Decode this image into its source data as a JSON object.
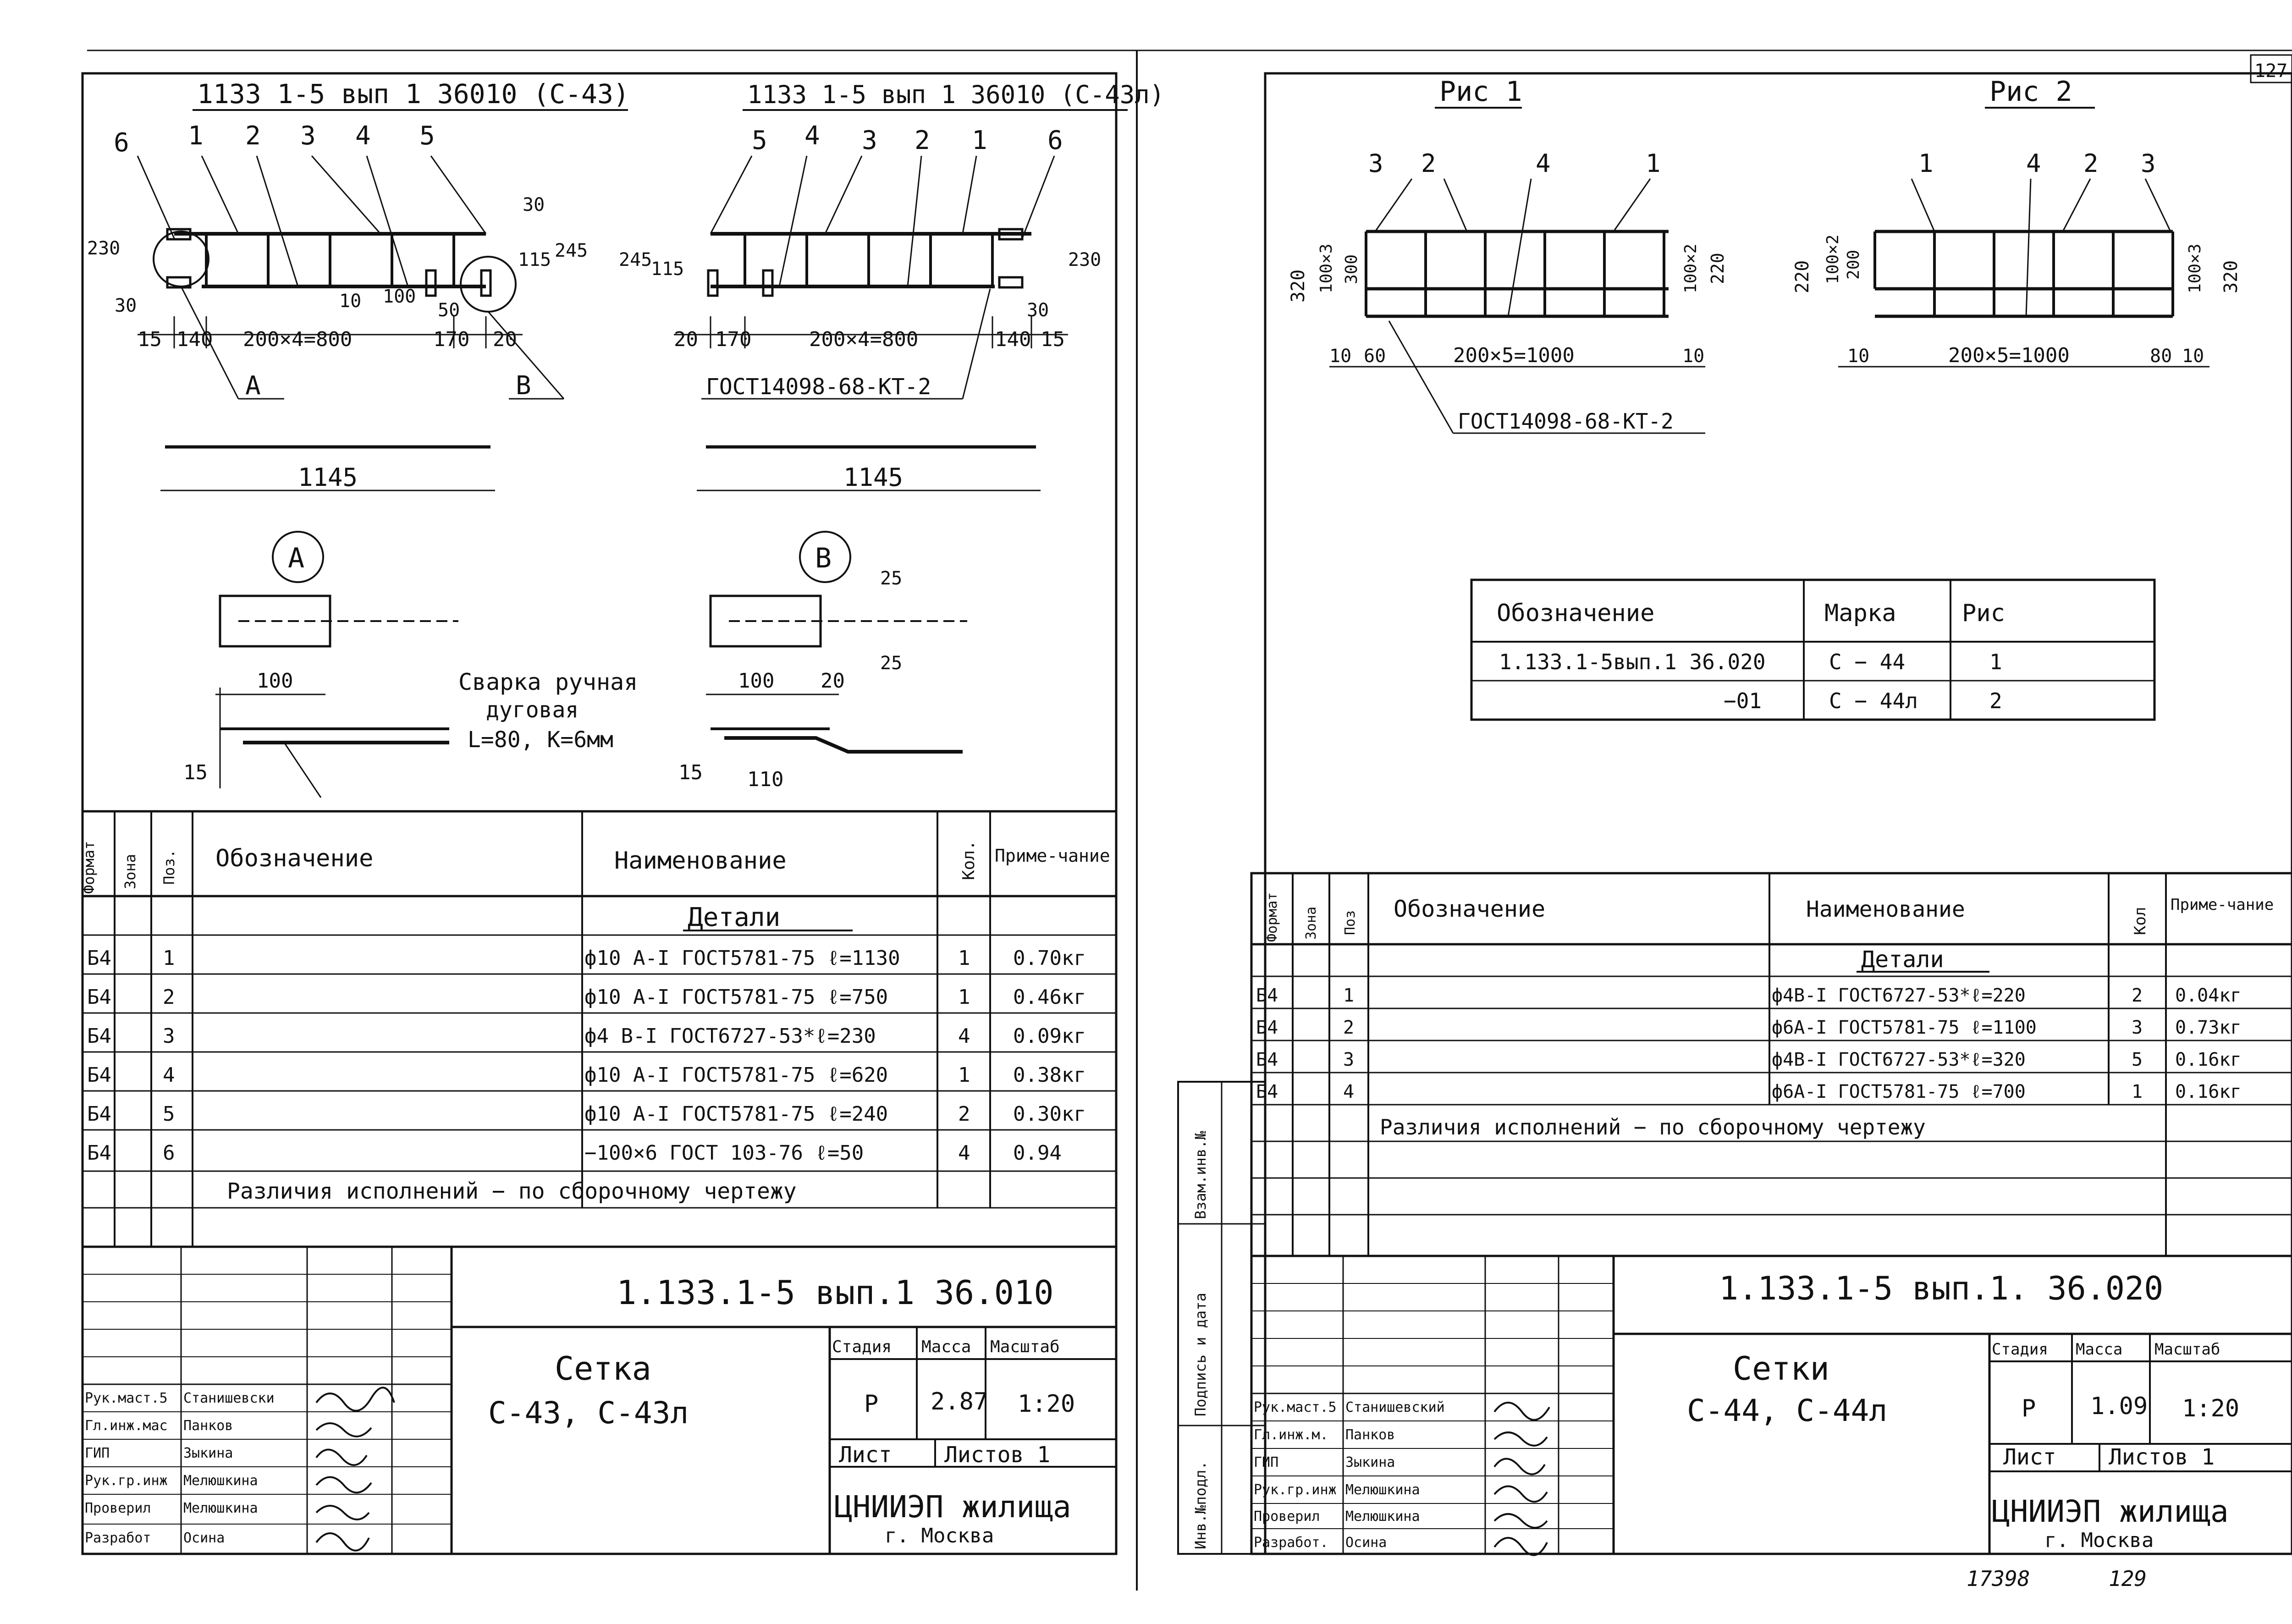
{
  "left": {
    "code_c43": "1133 1-5 вып 1 36010 (С-43)",
    "code_c43l": "1133 1-5 вып 1 36010 (С-43л)",
    "positions_left": [
      "6",
      "1",
      "2",
      "3",
      "4",
      "5"
    ],
    "positions_right": [
      "5",
      "4",
      "3",
      "2",
      "1",
      "6"
    ],
    "dim_spacing_left": "200×4=800",
    "dim_spacing_right": "200×4=800",
    "dim_15": "15",
    "dim_140": "140",
    "dim_170": "170",
    "dim_20": "20",
    "dim_10": "10",
    "dim_100": "100",
    "dim_50": "50",
    "dim_30": "30",
    "dim_245": "245",
    "dim_230": "230",
    "dim_115": "115",
    "callout_a": "А",
    "callout_b": "В",
    "gost_plate": "ГОСТ14098-68-КТ-2",
    "length_1145": "1145",
    "weld_title": "Сварка ручная",
    "weld_sub": "дуговая",
    "weld_params": "L=80, K=6мм",
    "detail_25": "25",
    "detail_110": "110"
  },
  "left_table": {
    "headers": {
      "format": "Формат",
      "zone": "Зона",
      "pos": "Поз.",
      "designation": "Обозначение",
      "name": "Наименование",
      "qty": "Кол.",
      "note": "Приме-чание"
    },
    "section": "Детали",
    "rows": [
      {
        "format": "Б4",
        "pos": "1",
        "name": "ф10 А-I ГОСТ5781-75 ℓ=1130",
        "qty": "1",
        "note": "0.70кг"
      },
      {
        "format": "Б4",
        "pos": "2",
        "name": "ф10 А-I ГОСТ5781-75 ℓ=750",
        "qty": "1",
        "note": "0.46кг"
      },
      {
        "format": "Б4",
        "pos": "3",
        "name": "ф4 В-I ГОСТ6727-53*ℓ=230",
        "qty": "4",
        "note": "0.09кг"
      },
      {
        "format": "Б4",
        "pos": "4",
        "name": "ф10 А-I ГОСТ5781-75 ℓ=620",
        "qty": "1",
        "note": "0.38кг"
      },
      {
        "format": "Б4",
        "pos": "5",
        "name": "ф10 А-I ГОСТ5781-75 ℓ=240",
        "qty": "2",
        "note": "0.30кг"
      },
      {
        "format": "Б4",
        "pos": "6",
        "name": "−100×6 ГОСТ 103-76 ℓ=50",
        "qty": "4",
        "note": "0.94"
      }
    ],
    "footer": "Различия исполнений − по сборочному чертежу"
  },
  "left_stamp": {
    "doc_code": "1.133.1-5 вып.1 36.010",
    "title_line1": "Сетка",
    "title_line2": "С-43, С-43л",
    "stage_label": "Стадия",
    "mass_label": "Масса",
    "scale_label": "Масштаб",
    "stage": "Р",
    "mass": "2.87",
    "scale": "1:20",
    "sheet_label": "Лист",
    "sheets_label": "Листов 1",
    "org": "ЦНИИЭП жилища",
    "city": "г. Москва",
    "staff": [
      {
        "role": "Рук.маст.5",
        "name": "Станишевски"
      },
      {
        "role": "Гл.инж.мас",
        "name": "Панков"
      },
      {
        "role": "ГИП",
        "name": "Зыкина"
      },
      {
        "role": "Рук.гр.инж",
        "name": "Мелюшкина"
      },
      {
        "role": "Проверил",
        "name": "Мелюшкина"
      },
      {
        "role": "Разработ",
        "name": "Осина"
      }
    ]
  },
  "right": {
    "page_no": "127",
    "fig1": "Рис 1",
    "fig2": "Рис 2",
    "fig1_positions": [
      "3",
      "2",
      "4",
      "1"
    ],
    "fig2_positions": [
      "1",
      "4",
      "2",
      "3"
    ],
    "dim_spacing": "200×5=1000",
    "dim_320": "320",
    "dim_300": "300",
    "dim_220": "220",
    "dim_200": "200",
    "dim_100x3": "100×3",
    "dim_100x2": "100×2",
    "dim_10": "10",
    "dim_60": "60",
    "dim_80": "80",
    "gost_plate": "ГОСТ14098-68-КТ-2",
    "marks_table": {
      "headers": [
        "Обозначение",
        "Марка",
        "Рис"
      ],
      "rows": [
        [
          "1.133.1-5вып.1 36.020",
          "С − 44",
          "1"
        ],
        [
          "−01",
          "С − 44л",
          "2"
        ]
      ]
    },
    "side_labels": [
      "Инв.№подл.",
      "Подпись и дата",
      "Взам.инв.№"
    ]
  },
  "right_table": {
    "headers": {
      "format": "Формат",
      "zone": "Зона",
      "pos": "Поз",
      "designation": "Обозначение",
      "name": "Наименование",
      "qty": "Кол",
      "note": "Приме-чание"
    },
    "section": "Детали",
    "rows": [
      {
        "format": "Б4",
        "pos": "1",
        "name": "ф4В-I ГОСТ6727-53*ℓ=220",
        "qty": "2",
        "note": "0.04кг"
      },
      {
        "format": "Б4",
        "pos": "2",
        "name": "ф6А-I ГОСТ5781-75 ℓ=1100",
        "qty": "3",
        "note": "0.73кг"
      },
      {
        "format": "Б4",
        "pos": "3",
        "name": "ф4В-I ГОСТ6727-53*ℓ=320",
        "qty": "5",
        "note": "0.16кг"
      },
      {
        "format": "Б4",
        "pos": "4",
        "name": "ф6А-I ГОСТ5781-75 ℓ=700",
        "qty": "1",
        "note": "0.16кг"
      }
    ],
    "footer": "Различия исполнений − по сборочному чертежу"
  },
  "right_stamp": {
    "doc_code": "1.133.1-5 вып.1. 36.020",
    "title_line1": "Сетки",
    "title_line2": "С-44, С-44л",
    "stage_label": "Стадия",
    "mass_label": "Масса",
    "scale_label": "Масштаб",
    "stage": "Р",
    "mass": "1.09",
    "scale": "1:20",
    "sheet_label": "Лист",
    "sheets_label": "Листов 1",
    "org": "ЦНИИЭП жилища",
    "city": "г. Москва",
    "staff": [
      {
        "role": "Рук.маст.5",
        "name": "Станишевский"
      },
      {
        "role": "Гл.инж.м.",
        "name": "Панков"
      },
      {
        "role": "ГИП",
        "name": "Зыкина"
      },
      {
        "role": "Рук.гр.инж",
        "name": "Мелюшкина"
      },
      {
        "role": "Проверил",
        "name": "Мелюшкина"
      },
      {
        "role": "Разработ.",
        "name": "Осина"
      }
    ]
  },
  "footer_numbers": {
    "left": "17398",
    "right": "129"
  }
}
